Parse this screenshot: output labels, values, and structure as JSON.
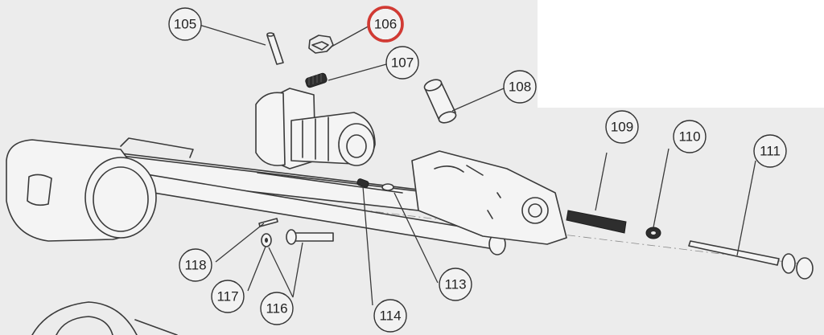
{
  "diagram": {
    "highlighted_callout": "106",
    "colors": {
      "highlight": "#d23a33",
      "line": "#3a3a3a",
      "background": "#ececec"
    },
    "callouts": [
      {
        "id": "c105",
        "label": "105"
      },
      {
        "id": "c106",
        "label": "106"
      },
      {
        "id": "c107",
        "label": "107"
      },
      {
        "id": "c108",
        "label": "108"
      },
      {
        "id": "c109",
        "label": "109"
      },
      {
        "id": "c110",
        "label": "110"
      },
      {
        "id": "c111",
        "label": "111"
      },
      {
        "id": "c113",
        "label": "113"
      },
      {
        "id": "c114",
        "label": "114"
      },
      {
        "id": "c116",
        "label": "116"
      },
      {
        "id": "c117",
        "label": "117"
      },
      {
        "id": "c118",
        "label": "118"
      }
    ]
  }
}
